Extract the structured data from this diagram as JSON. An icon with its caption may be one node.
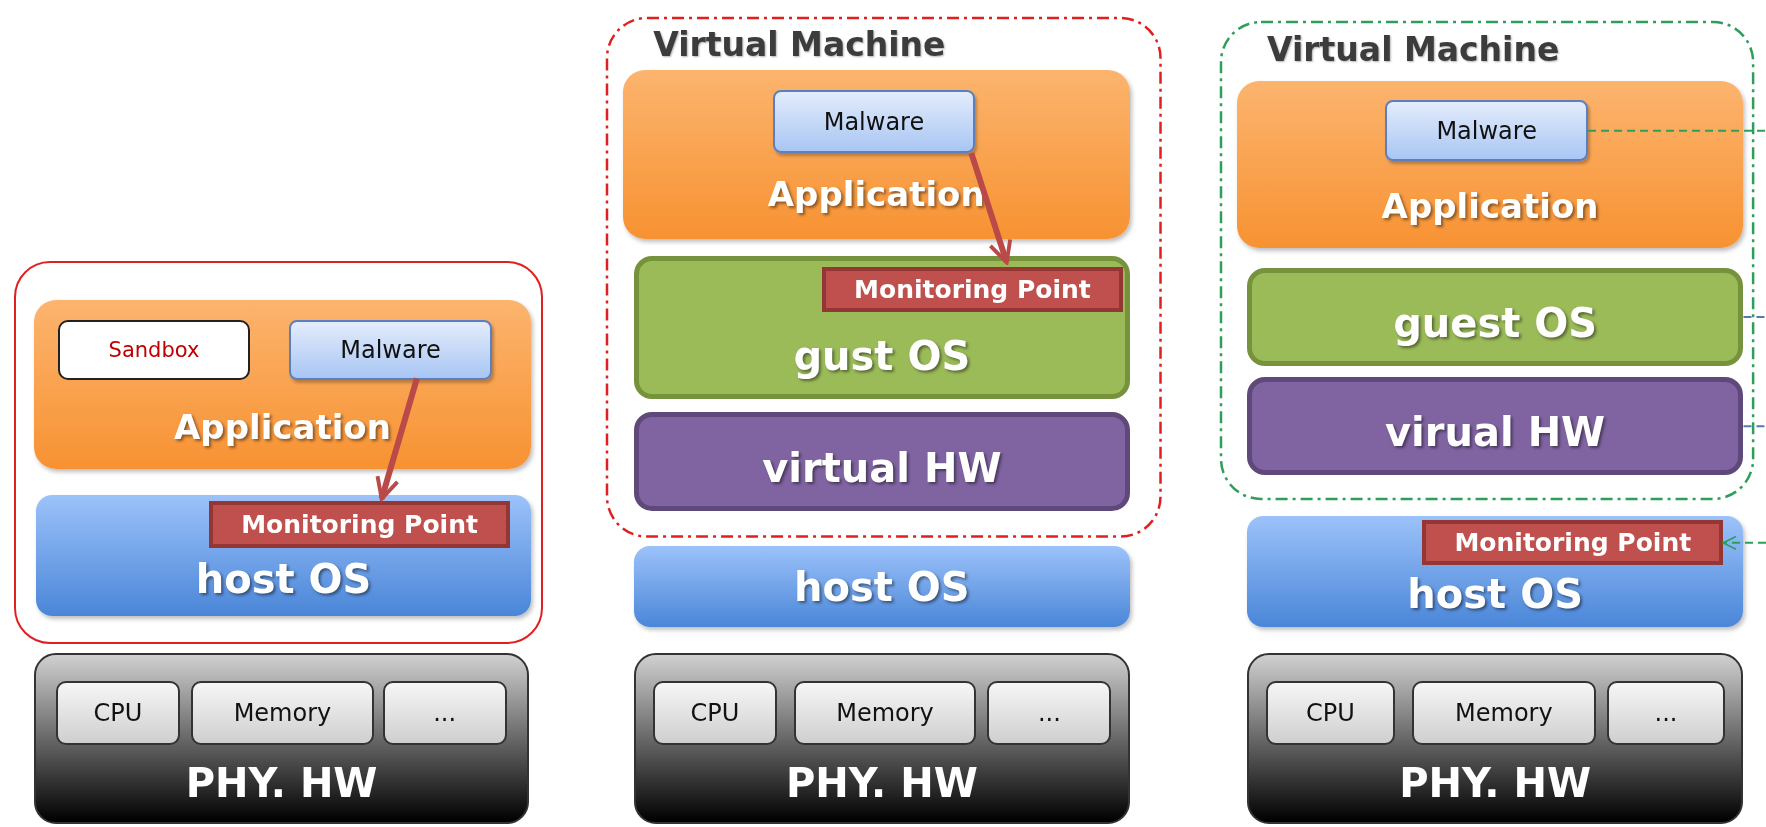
{
  "diagram": {
    "nodes": [
      {
        "text": [],
        "shape": "box"
      },
      {
        "text": [
          "Application"
        ],
        "in": 0
      },
      {
        "text": [
          "Sandbox"
        ],
        "in": 1
      },
      {
        "text": [
          "Malware"
        ],
        "in": 1
      },
      {
        "text": [
          "host OS"
        ],
        "in": 0
      },
      {
        "text": [
          "Monitoring Point"
        ],
        "in": 4
      },
      {
        "text": [
          "PHY. HW"
        ]
      },
      {
        "text": [
          "CPU"
        ],
        "in": 6
      },
      {
        "text": [
          "Memory"
        ],
        "in": 6
      },
      {
        "text": [
          "..."
        ],
        "in": 6
      },
      {
        "text": [
          "Virtual Machine"
        ]
      },
      {
        "text": [
          "Application"
        ],
        "in": 10
      },
      {
        "text": [
          "Malware"
        ],
        "in": 11
      },
      {
        "text": [
          "gust OS"
        ],
        "in": 10
      },
      {
        "text": [
          "Monitoring Point"
        ],
        "in": 13
      },
      {
        "text": [
          "virtual HW"
        ],
        "in": 10
      },
      {
        "text": [
          "host OS"
        ]
      },
      {
        "text": [
          "PHY. HW"
        ]
      },
      {
        "text": [
          "CPU"
        ],
        "in": 17
      },
      {
        "text": [
          "Memory"
        ],
        "in": 17
      },
      {
        "text": [
          "..."
        ],
        "in": 17
      },
      {
        "text": [
          "Virtual Machine"
        ]
      },
      {
        "text": [
          "Application"
        ],
        "in": 21
      },
      {
        "text": [
          "Malware"
        ],
        "in": 22
      },
      {
        "text": [
          "guest OS"
        ],
        "in": 21
      },
      {
        "text": [
          "virual HW"
        ],
        "in": 21
      },
      {
        "text": [
          "host OS"
        ]
      },
      {
        "text": [
          "Monitoring Point"
        ],
        "in": 26
      },
      {
        "text": [
          "PHY. HW"
        ]
      },
      {
        "text": [
          "CPU"
        ],
        "in": 28
      },
      {
        "text": [
          "Memory"
        ],
        "in": 28
      },
      {
        "text": [
          "..."
        ],
        "in": 28
      }
    ],
    "edges": [
      {
        "from": 3,
        "to": 5,
        "arrow": "to",
        "style": "thick",
        "color": "#b94a48"
      },
      {
        "from": 12,
        "to": 14,
        "arrow": "to",
        "style": "thick",
        "color": "#b94a48"
      },
      {
        "from": 23,
        "to": null,
        "arrow": "none",
        "style": "dashed",
        "color": "#2e9e5b"
      },
      {
        "from": 24,
        "to": null,
        "arrow": "none",
        "style": "dashed",
        "color": "#5a78b0"
      },
      {
        "from": 25,
        "to": null,
        "arrow": "none",
        "style": "dashed",
        "color": "#5a78b0"
      },
      {
        "from": null,
        "to": 27,
        "arrow": "to",
        "style": "dashed",
        "color": "#2e9e5b"
      }
    ]
  }
}
